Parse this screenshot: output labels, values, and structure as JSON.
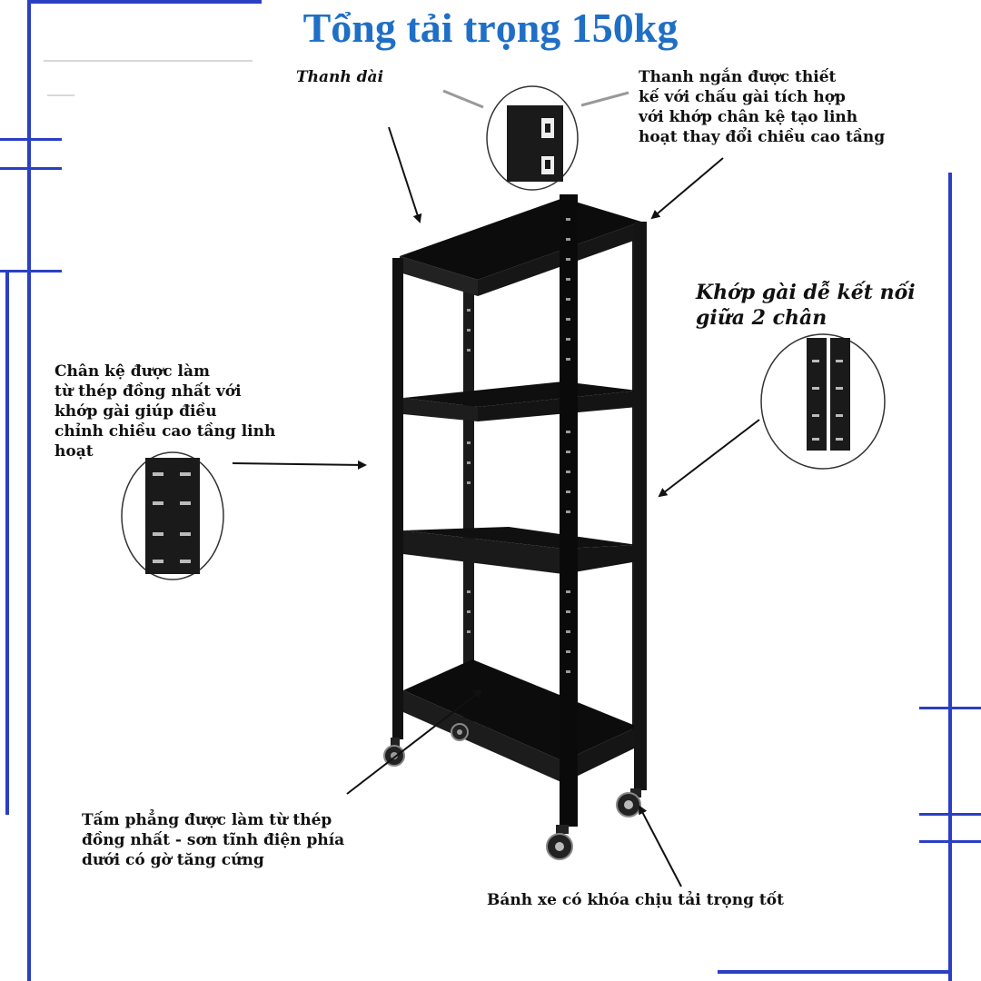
{
  "title": "Tổng tải trọng 150kg",
  "colors": {
    "frame": "#2b3fc4",
    "title": "#1f6fc6",
    "shelf": "#111111"
  },
  "labels": {
    "long_bar": "Thanh dài",
    "short_bar": "Thanh ngắn được thiết\nkế với chấu gài tích hợp\nvới khớp chân kệ tạo linh\nhoạt thay đổi chiều cao tầng",
    "joint": "Khớp gài dễ kết nối\ngiữa 2 chân",
    "leg": "Chân kệ được làm\ntừ thép đồng nhất với\nkhớp gài giúp điều\nchỉnh chiều cao tầng linh\nhoạt",
    "panel": "Tấm phẳng được làm từ thép\nđồng nhất - sơn tĩnh điện phía\n dưới có gờ tăng cứng",
    "wheel": "Bánh xe có khóa chịu tải trọng tốt"
  }
}
